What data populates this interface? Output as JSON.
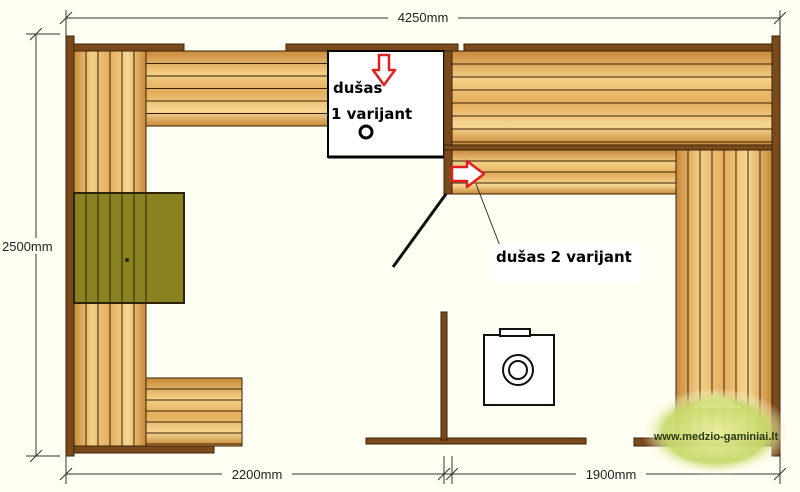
{
  "dimensions": {
    "total_width": "4250mm",
    "total_height": "2500mm",
    "bottom_left": "2200mm",
    "bottom_right": "1900mm"
  },
  "labels": {
    "shower1_line1": "dušas",
    "shower1_line2": "1 varijant",
    "shower2": "dušas 2 varijant"
  },
  "watermark": {
    "text": "www.medzio-gaminiai.lt"
  },
  "colors": {
    "wood_light": "#f3c978",
    "wood_dark": "#b8762e",
    "plank_line": "#3a2208",
    "wall": "#7a4a1c",
    "arrow": "#e02020",
    "background": "#fffef2",
    "slat_box": "#8a8220"
  }
}
